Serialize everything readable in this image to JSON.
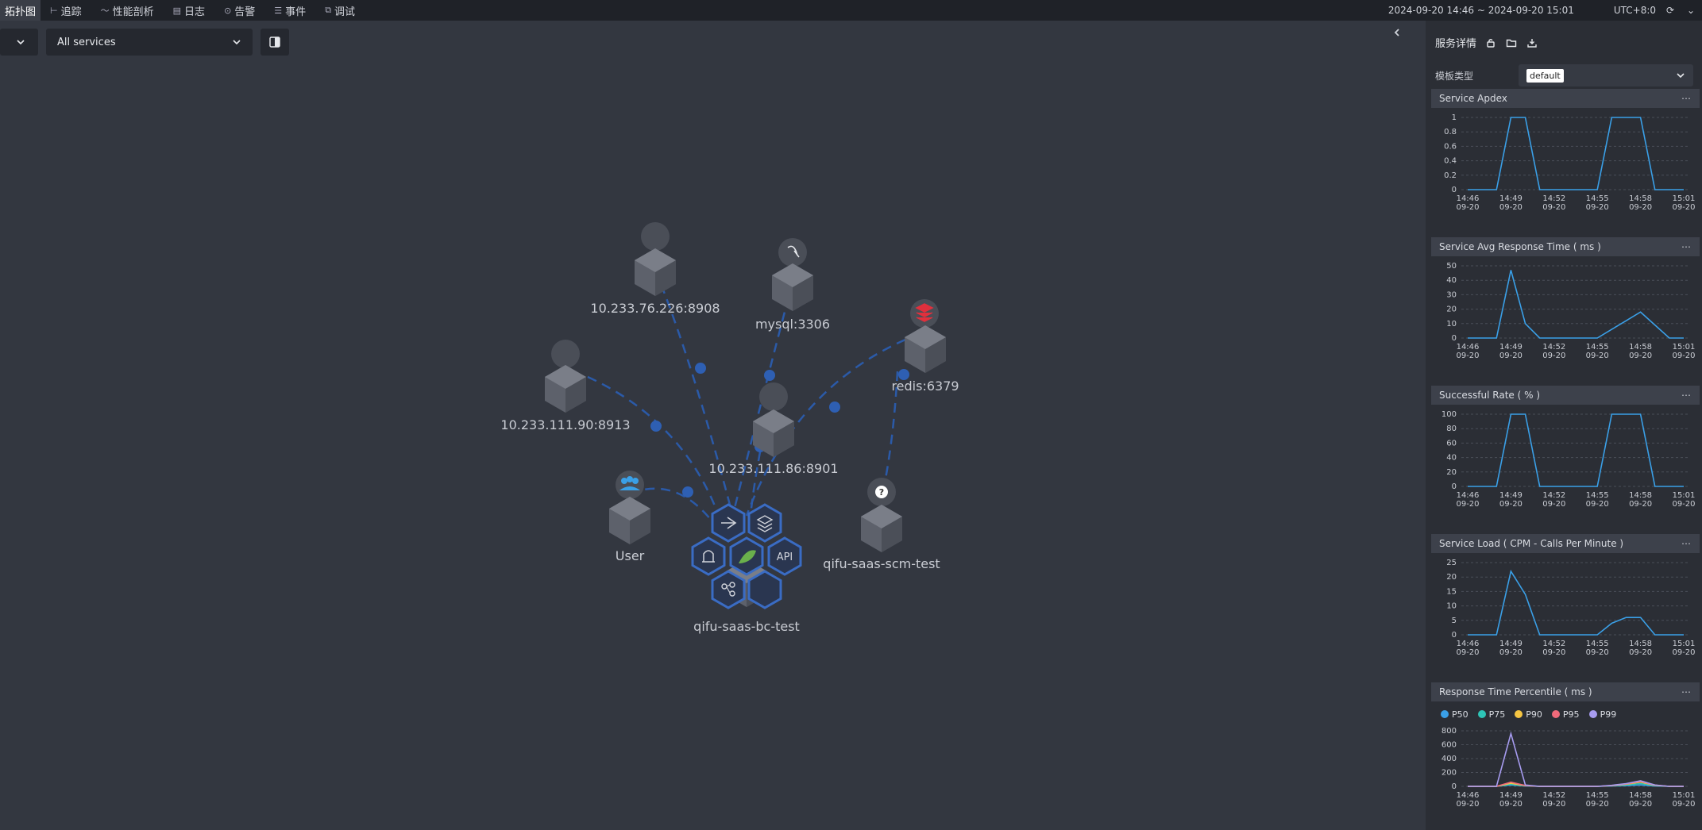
{
  "nav": {
    "tabs": [
      {
        "label": "拓扑图",
        "icon": "topology-icon"
      },
      {
        "label": "追踪",
        "icon": "trace-icon"
      },
      {
        "label": "性能剖析",
        "icon": "profile-icon"
      },
      {
        "label": "日志",
        "icon": "log-icon"
      },
      {
        "label": "告警",
        "icon": "alert-icon"
      },
      {
        "label": "事件",
        "icon": "event-icon"
      },
      {
        "label": "调试",
        "icon": "debug-icon"
      }
    ],
    "time_range": "2024-09-20 14:46 ~ 2024-09-20 15:01",
    "timezone": "UTC+8:0"
  },
  "toolbar": {
    "services_select": "All services"
  },
  "topology": {
    "nodes": {
      "n1": "10.233.76.226:8908",
      "n2": "mysql:3306",
      "n3": "redis:6379",
      "n4": "10.233.111.90:8913",
      "n5": "10.233.111.86:8901",
      "n6": "User",
      "n7": "qifu-saas-scm-test",
      "n8": "qifu-saas-bc-test"
    },
    "hex_labels": {
      "api": "API"
    }
  },
  "panel": {
    "title": "服务详情",
    "template_label": "模板类型",
    "template_value": "default"
  },
  "charts": {
    "x_ticks": [
      {
        "time": "14:46",
        "date": "09-20"
      },
      {
        "time": "14:49",
        "date": "09-20"
      },
      {
        "time": "14:52",
        "date": "09-20"
      },
      {
        "time": "14:55",
        "date": "09-20"
      },
      {
        "time": "14:58",
        "date": "09-20"
      },
      {
        "time": "15:01",
        "date": "09-20"
      }
    ],
    "percentile_legend": [
      {
        "name": "P50",
        "color": "#3aa0e8"
      },
      {
        "name": "P75",
        "color": "#2ec4b6"
      },
      {
        "name": "P90",
        "color": "#f5c542"
      },
      {
        "name": "P95",
        "color": "#f06a7a"
      },
      {
        "name": "P99",
        "color": "#a79cf0"
      }
    ]
  },
  "chart_data": [
    {
      "type": "line",
      "title": "Service Apdex",
      "ylim": [
        0,
        1
      ],
      "yticks": [
        "0",
        "0.2",
        "0.4",
        "0.6",
        "0.8",
        "1"
      ],
      "x": [
        "14:46",
        "14:47",
        "14:48",
        "14:49",
        "14:50",
        "14:51",
        "14:52",
        "14:53",
        "14:54",
        "14:55",
        "14:56",
        "14:57",
        "14:58",
        "14:59",
        "15:00",
        "15:01"
      ],
      "series": [
        {
          "values": [
            0,
            0,
            0,
            1,
            1,
            0,
            0,
            0,
            0,
            0,
            1,
            1,
            1,
            0,
            0,
            0
          ]
        }
      ]
    },
    {
      "type": "line",
      "title": "Service Avg Response Time ( ms )",
      "ylim": [
        0,
        50
      ],
      "yticks": [
        "0",
        "10",
        "20",
        "30",
        "40",
        "50"
      ],
      "x": [
        "14:46",
        "14:47",
        "14:48",
        "14:49",
        "14:50",
        "14:51",
        "14:52",
        "14:53",
        "14:54",
        "14:55",
        "14:56",
        "14:57",
        "14:58",
        "14:59",
        "15:00",
        "15:01"
      ],
      "series": [
        {
          "values": [
            0,
            0,
            0,
            47,
            10,
            0,
            0,
            0,
            0,
            0,
            6,
            12,
            18,
            9,
            0,
            0
          ]
        }
      ]
    },
    {
      "type": "line",
      "title": "Successful Rate ( % )",
      "ylim": [
        0,
        100
      ],
      "yticks": [
        "0",
        "20",
        "40",
        "60",
        "80",
        "100"
      ],
      "x": [
        "14:46",
        "14:47",
        "14:48",
        "14:49",
        "14:50",
        "14:51",
        "14:52",
        "14:53",
        "14:54",
        "14:55",
        "14:56",
        "14:57",
        "14:58",
        "14:59",
        "15:00",
        "15:01"
      ],
      "series": [
        {
          "values": [
            0,
            0,
            0,
            100,
            100,
            0,
            0,
            0,
            0,
            0,
            100,
            100,
            100,
            0,
            0,
            0
          ]
        }
      ]
    },
    {
      "type": "line",
      "title": "Service Load ( CPM - Calls Per Minute )",
      "ylim": [
        0,
        25
      ],
      "yticks": [
        "0",
        "5",
        "10",
        "15",
        "20",
        "25"
      ],
      "x": [
        "14:46",
        "14:47",
        "14:48",
        "14:49",
        "14:50",
        "14:51",
        "14:52",
        "14:53",
        "14:54",
        "14:55",
        "14:56",
        "14:57",
        "14:58",
        "14:59",
        "15:00",
        "15:01"
      ],
      "series": [
        {
          "values": [
            0,
            0,
            0,
            22,
            14,
            0,
            0,
            0,
            0,
            0,
            4,
            6,
            6,
            0,
            0,
            0
          ]
        }
      ]
    },
    {
      "type": "line",
      "title": "Response Time Percentile ( ms )",
      "ylim": [
        0,
        800
      ],
      "yticks": [
        "0",
        "200",
        "400",
        "600",
        "800"
      ],
      "x": [
        "14:46",
        "14:47",
        "14:48",
        "14:49",
        "14:50",
        "14:51",
        "14:52",
        "14:53",
        "14:54",
        "14:55",
        "14:56",
        "14:57",
        "14:58",
        "14:59",
        "15:00",
        "15:01"
      ],
      "series": [
        {
          "name": "P50",
          "values": [
            0,
            0,
            0,
            20,
            5,
            0,
            0,
            0,
            0,
            0,
            5,
            10,
            20,
            5,
            0,
            0
          ]
        },
        {
          "name": "P75",
          "values": [
            0,
            0,
            0,
            30,
            8,
            0,
            0,
            0,
            0,
            0,
            8,
            20,
            40,
            10,
            0,
            0
          ]
        },
        {
          "name": "P90",
          "values": [
            0,
            0,
            0,
            45,
            10,
            0,
            0,
            0,
            0,
            0,
            10,
            30,
            60,
            15,
            0,
            0
          ]
        },
        {
          "name": "P95",
          "values": [
            0,
            0,
            0,
            60,
            12,
            0,
            0,
            0,
            0,
            0,
            12,
            35,
            70,
            18,
            0,
            0
          ]
        },
        {
          "name": "P99",
          "values": [
            0,
            0,
            0,
            760,
            20,
            0,
            0,
            0,
            0,
            0,
            15,
            40,
            80,
            20,
            0,
            0
          ]
        }
      ]
    }
  ]
}
